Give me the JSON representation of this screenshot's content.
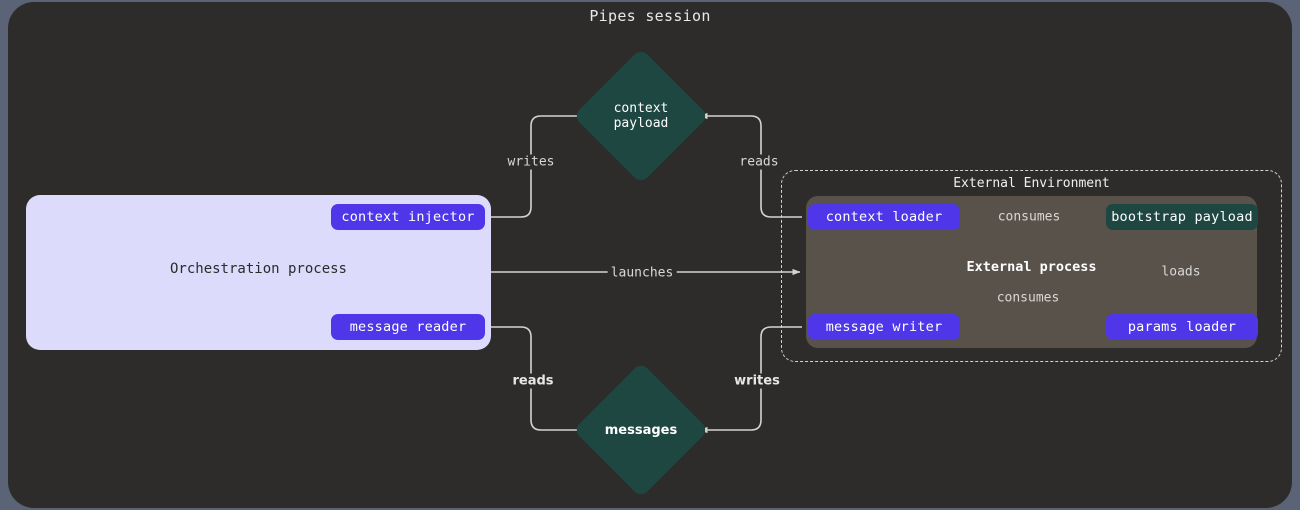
{
  "diagram": {
    "title": "Pipes session",
    "type": "architecture-flow",
    "colors": {
      "page_background": "#5b6477",
      "session_background": "#2e2c2b",
      "orchestration_background": "#dcdbfb",
      "chip_purple": "#4f36e8",
      "chip_teal": "#1e4741",
      "external_process_background": "#58524b",
      "edge_stroke": "#d5d3d0",
      "text_light": "#e8e8e8",
      "text_dark": "#2b2b2b"
    }
  },
  "orchestration": {
    "label": "Orchestration process",
    "nodes": [
      {
        "id": "context-injector",
        "label": "context injector",
        "style": "purple"
      },
      {
        "id": "message-reader",
        "label": "message reader",
        "style": "purple"
      }
    ]
  },
  "stores": [
    {
      "id": "context-payload",
      "line1": "context",
      "line2": "payload",
      "style": "teal-diamond"
    },
    {
      "id": "messages",
      "line1": "messages",
      "line2": "",
      "style": "teal-diamond"
    }
  ],
  "external_environment": {
    "label": "External Environment",
    "border": "dashed",
    "process": {
      "label": "External process",
      "nodes": [
        {
          "id": "context-loader",
          "label": "context loader",
          "style": "purple"
        },
        {
          "id": "message-writer",
          "label": "message writer",
          "style": "purple"
        },
        {
          "id": "params-loader",
          "label": "params loader",
          "style": "purple"
        },
        {
          "id": "bootstrap-payload",
          "label": "bootstrap payload",
          "style": "teal"
        }
      ]
    }
  },
  "edges": [
    {
      "id": "injector-writes-context",
      "label": "writes",
      "from": "context-injector",
      "to": "context-payload"
    },
    {
      "id": "loader-reads-context",
      "label": "reads",
      "from": "context-payload",
      "to": "context-loader"
    },
    {
      "id": "orchestration-launches-external",
      "label": "launches",
      "from": "Orchestration process",
      "to": "External process"
    },
    {
      "id": "reader-reads-messages",
      "label": "reads",
      "from": "messages",
      "to": "message-reader"
    },
    {
      "id": "writer-writes-messages",
      "label": "writes",
      "from": "message-writer",
      "to": "messages"
    },
    {
      "id": "context-loader-consumes-bootstrap",
      "label": "consumes",
      "from": "context-loader",
      "to": "bootstrap payload"
    },
    {
      "id": "message-writer-consumes-bootstrap",
      "label": "consumes",
      "from": "message-writer",
      "to": "bootstrap payload"
    },
    {
      "id": "params-loader-loads-bootstrap",
      "label": "loads",
      "from": "params-loader",
      "to": "bootstrap payload"
    }
  ]
}
